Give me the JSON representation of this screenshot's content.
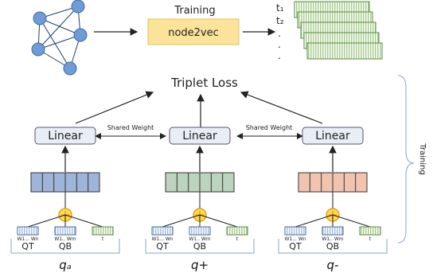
{
  "graph": {
    "training_label": "Training",
    "node2vec_label": "node2vec"
  },
  "vectors": {
    "labels": [
      "t₁",
      "t₂",
      ".",
      ".",
      "."
    ]
  },
  "loss": {
    "title": "Triplet Loss"
  },
  "shared_weight": [
    "Shared Weight",
    "Shared Weight"
  ],
  "linear_label": "Linear",
  "towers": [
    {
      "group": "qₐ",
      "seg_color": "#9fb4d9",
      "input_labels": [
        "W1... Wn",
        "W1.. Wm",
        "t"
      ],
      "sub_labels": [
        "QT",
        "QB"
      ]
    },
    {
      "group": "q+",
      "seg_color": "#bcd4bd",
      "input_labels": [
        "W1... Wn",
        "W1.. Wm",
        "t"
      ],
      "sub_labels": [
        "QT",
        "QB"
      ]
    },
    {
      "group": "q-",
      "seg_color": "#f2c4b0",
      "input_labels": [
        "W1... Wn",
        "W1.. Wm",
        "t"
      ],
      "sub_labels": [
        "QT",
        "QB"
      ]
    }
  ],
  "side_label": "Training",
  "colors": {
    "node": "#6f9bd6",
    "node2vec_fill": "#fbe39a",
    "linear_fill": "#e8eef6",
    "stripe_green": "#a9cc8f",
    "stripe_blue": "#a7bfe3",
    "plus_fill": "#ffd75e",
    "plus_stroke": "#e0a800"
  }
}
